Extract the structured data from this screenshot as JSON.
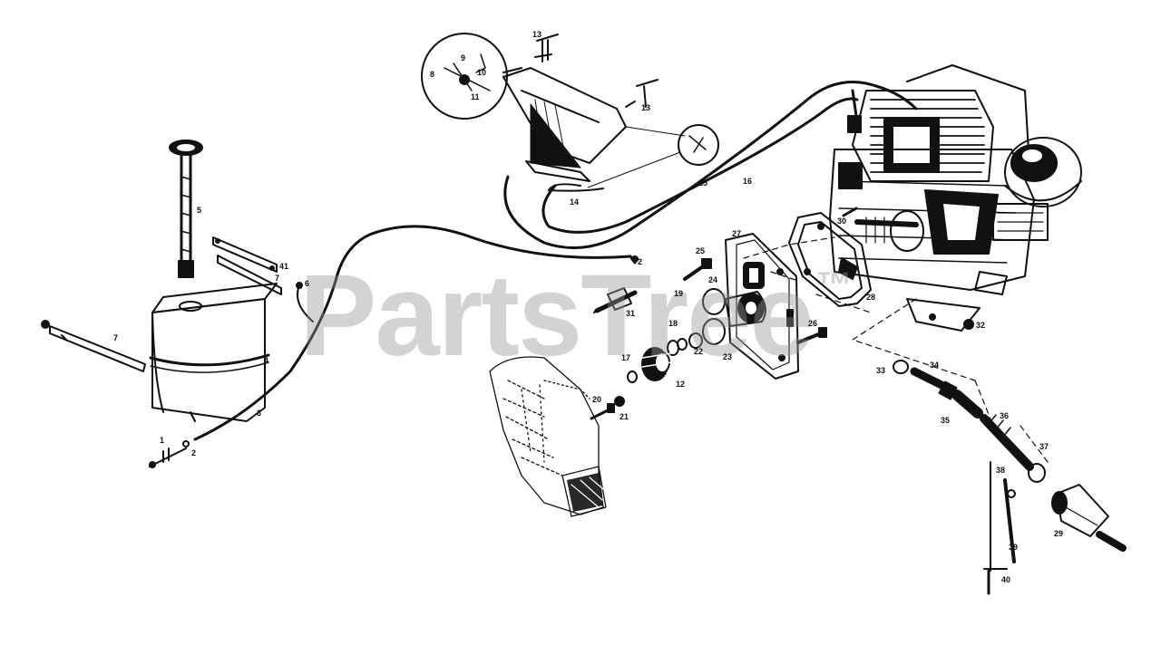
{
  "watermark": {
    "text": "PartsTree",
    "mark": "™"
  },
  "callouts": [
    {
      "id": "c1",
      "text": "1"
    },
    {
      "id": "c2a",
      "text": "2"
    },
    {
      "id": "c2b",
      "text": "2"
    },
    {
      "id": "c3",
      "text": "3"
    },
    {
      "id": "c4",
      "text": "4"
    },
    {
      "id": "c5",
      "text": "5"
    },
    {
      "id": "c6",
      "text": "6"
    },
    {
      "id": "c7a",
      "text": "7"
    },
    {
      "id": "c7b",
      "text": "7"
    },
    {
      "id": "c8",
      "text": "8"
    },
    {
      "id": "c9",
      "text": "9"
    },
    {
      "id": "c10",
      "text": "10"
    },
    {
      "id": "c11",
      "text": "11"
    },
    {
      "id": "c12",
      "text": "12"
    },
    {
      "id": "c13a",
      "text": "13"
    },
    {
      "id": "c13b",
      "text": "13"
    },
    {
      "id": "c14",
      "text": "14"
    },
    {
      "id": "c15",
      "text": "15"
    },
    {
      "id": "c16",
      "text": "16"
    },
    {
      "id": "c17",
      "text": "17"
    },
    {
      "id": "c18",
      "text": "18"
    },
    {
      "id": "c19",
      "text": "19"
    },
    {
      "id": "c20",
      "text": "20"
    },
    {
      "id": "c21",
      "text": "21"
    },
    {
      "id": "c22",
      "text": "22"
    },
    {
      "id": "c23",
      "text": "23"
    },
    {
      "id": "c24",
      "text": "24"
    },
    {
      "id": "c25",
      "text": "25"
    },
    {
      "id": "c26",
      "text": "26"
    },
    {
      "id": "c27",
      "text": "27"
    },
    {
      "id": "c28",
      "text": "28"
    },
    {
      "id": "c29",
      "text": "29"
    },
    {
      "id": "c30",
      "text": "30"
    },
    {
      "id": "c31",
      "text": "31"
    },
    {
      "id": "c32",
      "text": "32"
    },
    {
      "id": "c33",
      "text": "33"
    },
    {
      "id": "c34",
      "text": "34"
    },
    {
      "id": "c35",
      "text": "35"
    },
    {
      "id": "c36",
      "text": "36"
    },
    {
      "id": "c37",
      "text": "37"
    },
    {
      "id": "c38",
      "text": "38"
    },
    {
      "id": "c39",
      "text": "39"
    },
    {
      "id": "c40",
      "text": "40"
    },
    {
      "id": "c41",
      "text": "41"
    }
  ],
  "colors": {
    "ink": "#111111",
    "watermark": "#969696",
    "paper": "#ffffff"
  }
}
